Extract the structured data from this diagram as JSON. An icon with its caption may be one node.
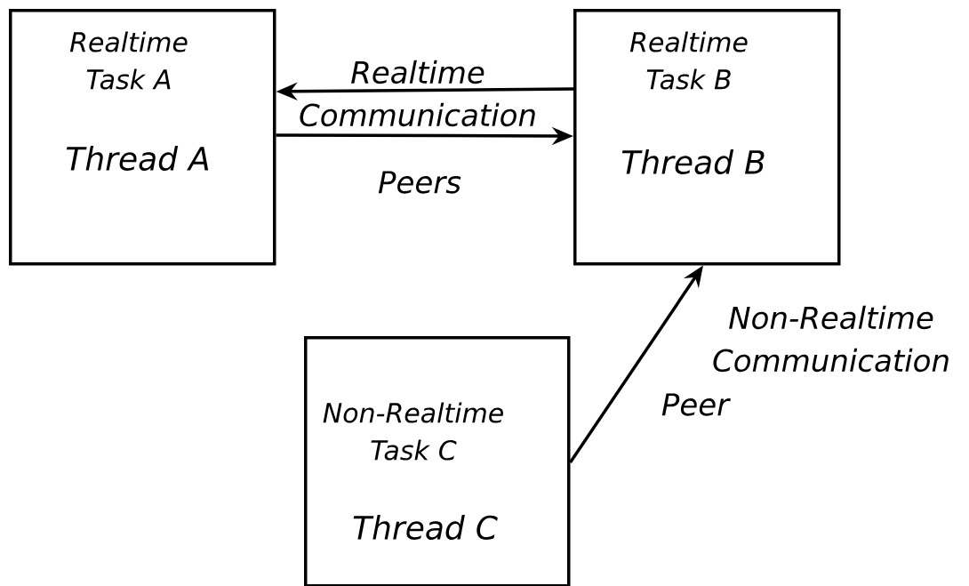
{
  "diagram": {
    "nodes": [
      {
        "text": [
          "Realtime Task A",
          "Thread A"
        ]
      },
      {
        "text": [
          "Realtime Task B",
          "Thread B"
        ]
      },
      {
        "text": [
          "Non-Realtime Task C",
          "Thread C"
        ]
      }
    ],
    "edges": [
      {
        "from": 1,
        "to": 0,
        "arrow": "to"
      },
      {
        "from": 0,
        "to": 1,
        "arrow": "to"
      },
      {
        "from": 2,
        "to": 1,
        "arrow": "to"
      }
    ],
    "labels": [
      "Realtime Communication",
      "Peers",
      "Non-Realtime Communication",
      "Peer"
    ]
  }
}
